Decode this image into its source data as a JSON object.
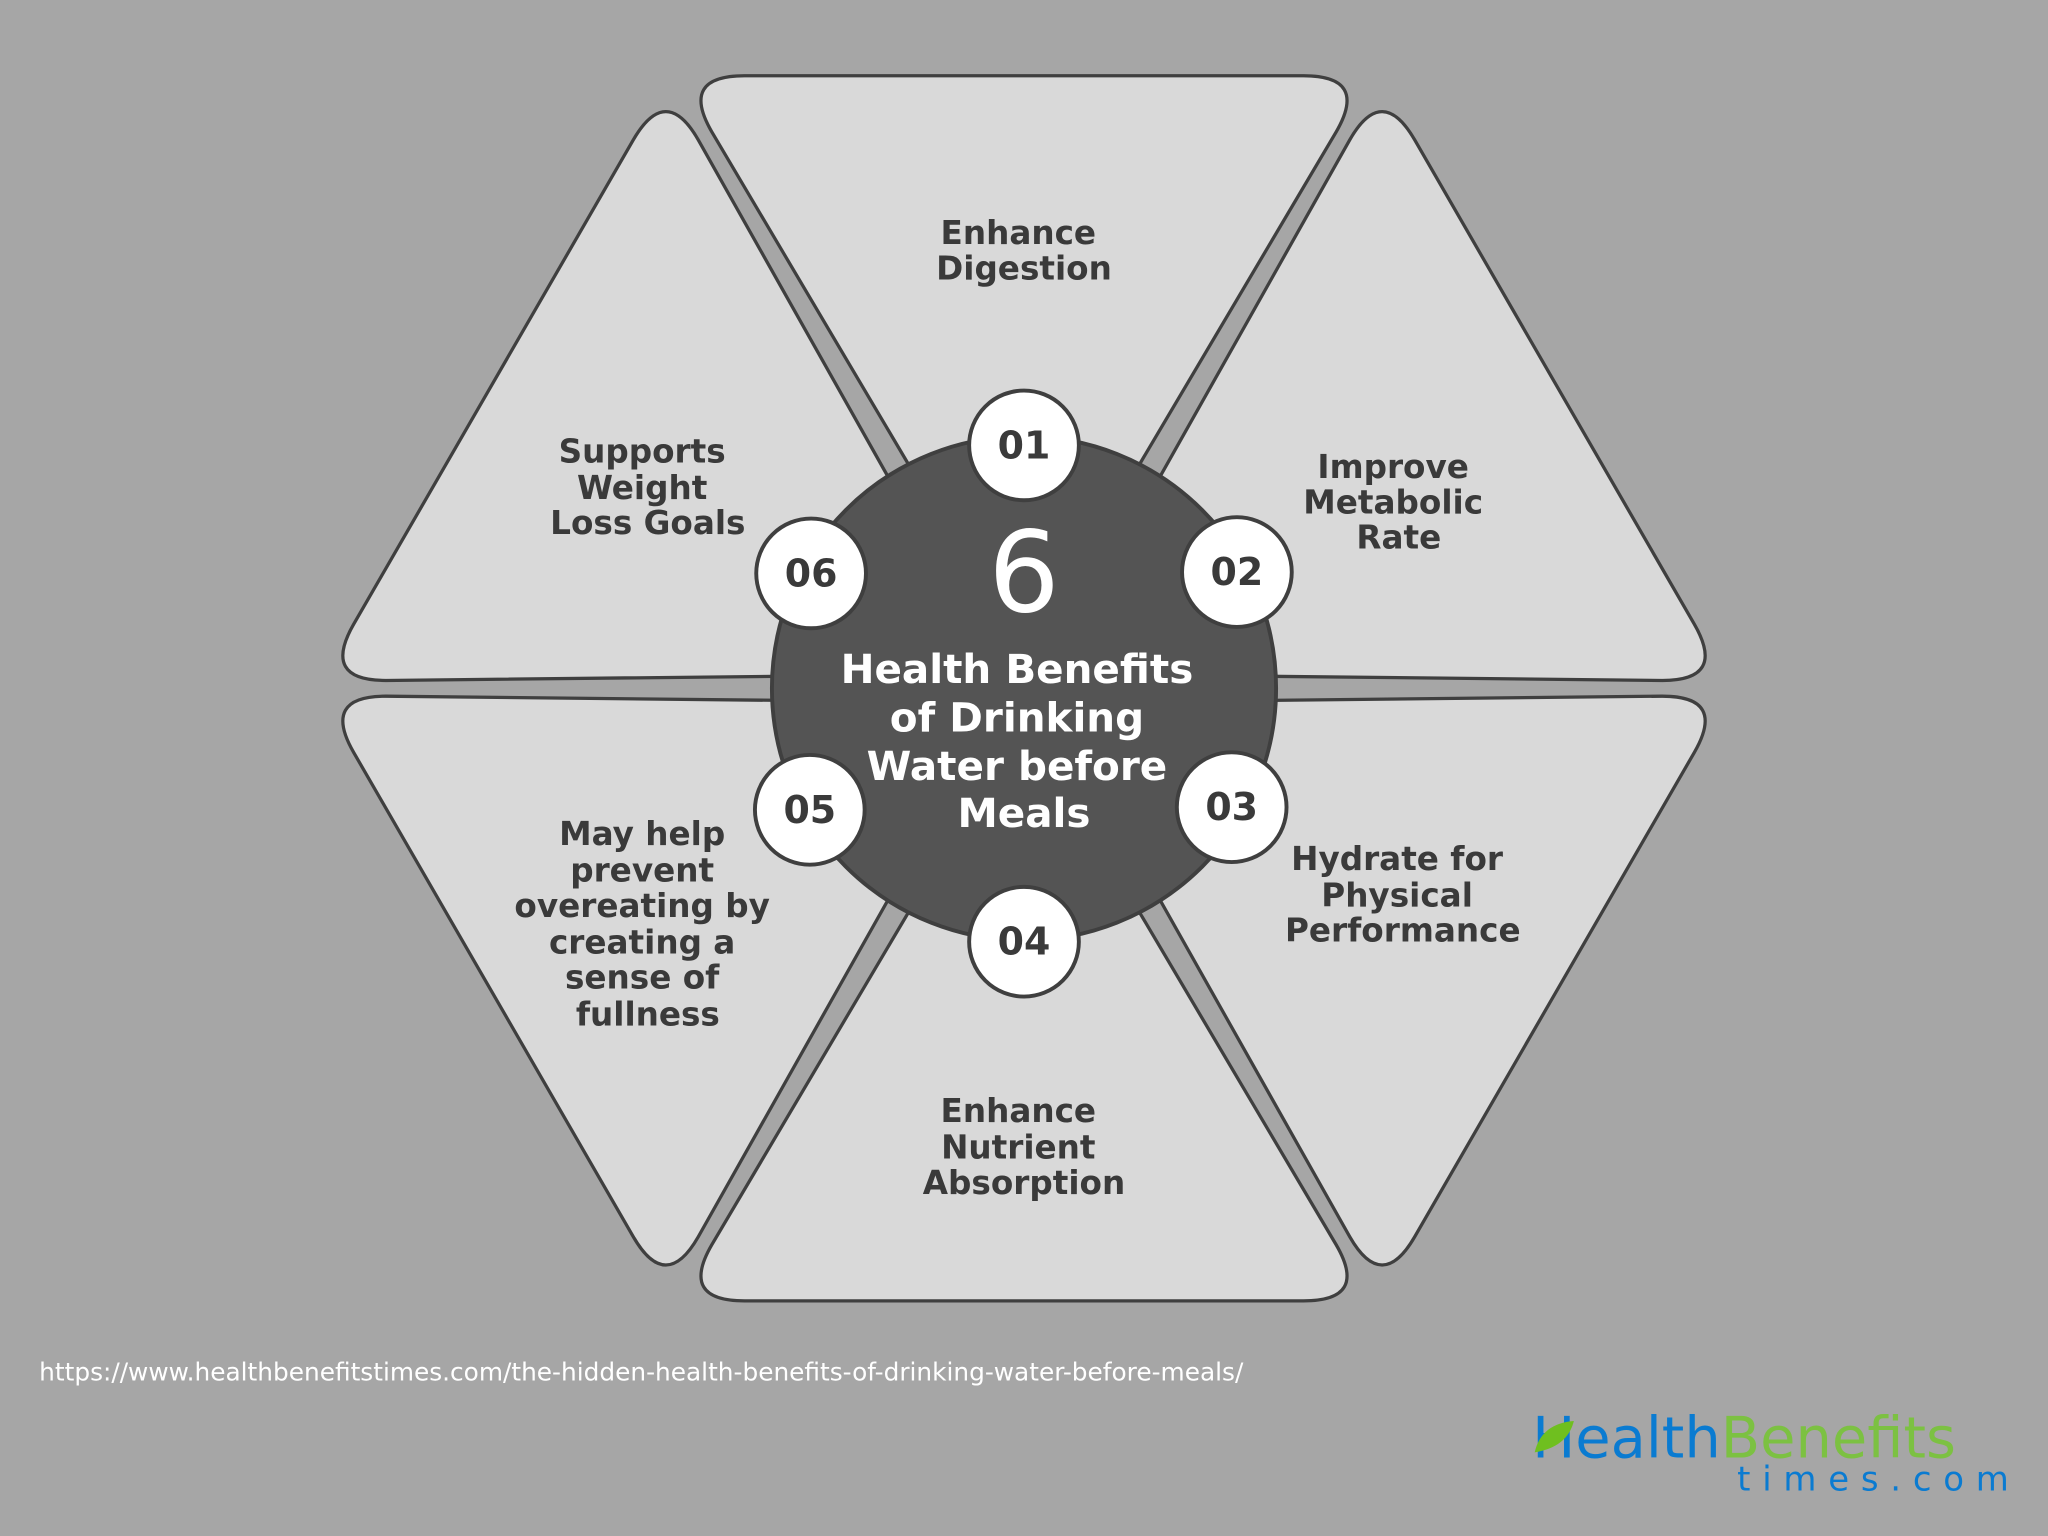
{
  "center": {
    "count": "6",
    "title_lines": [
      "Health Benefits",
      "of Drinking",
      "Water before",
      "Meals"
    ]
  },
  "benefits": [
    {
      "number": "01",
      "lines": [
        "Enhance",
        "Digestion"
      ]
    },
    {
      "number": "02",
      "lines": [
        "Improve",
        "Metabolic",
        "Rate"
      ]
    },
    {
      "number": "03",
      "lines": [
        "Hydrate for",
        "Physical",
        "Performance"
      ]
    },
    {
      "number": "04",
      "lines": [
        "Enhance",
        "Nutrient",
        "Absorption"
      ]
    },
    {
      "number": "05",
      "lines": [
        "May help",
        "prevent",
        "overeating by",
        "creating a",
        "sense of",
        "fullness"
      ]
    },
    {
      "number": "06",
      "lines": [
        "Supports",
        "Weight",
        "Loss Goals"
      ]
    }
  ],
  "source_url": "https://www.healthbenefitstimes.com/the-hidden-health-benefits-of-drinking-water-before-meals/",
  "logo": {
    "part1": "Health",
    "part2": "Benefits",
    "part3": "times.com"
  },
  "colors": {
    "background": "#a6a6a6",
    "segment": "#d9d9d9",
    "hub": "#545454",
    "logo_blue": "#0a7bd1",
    "logo_green": "#7cc142"
  }
}
